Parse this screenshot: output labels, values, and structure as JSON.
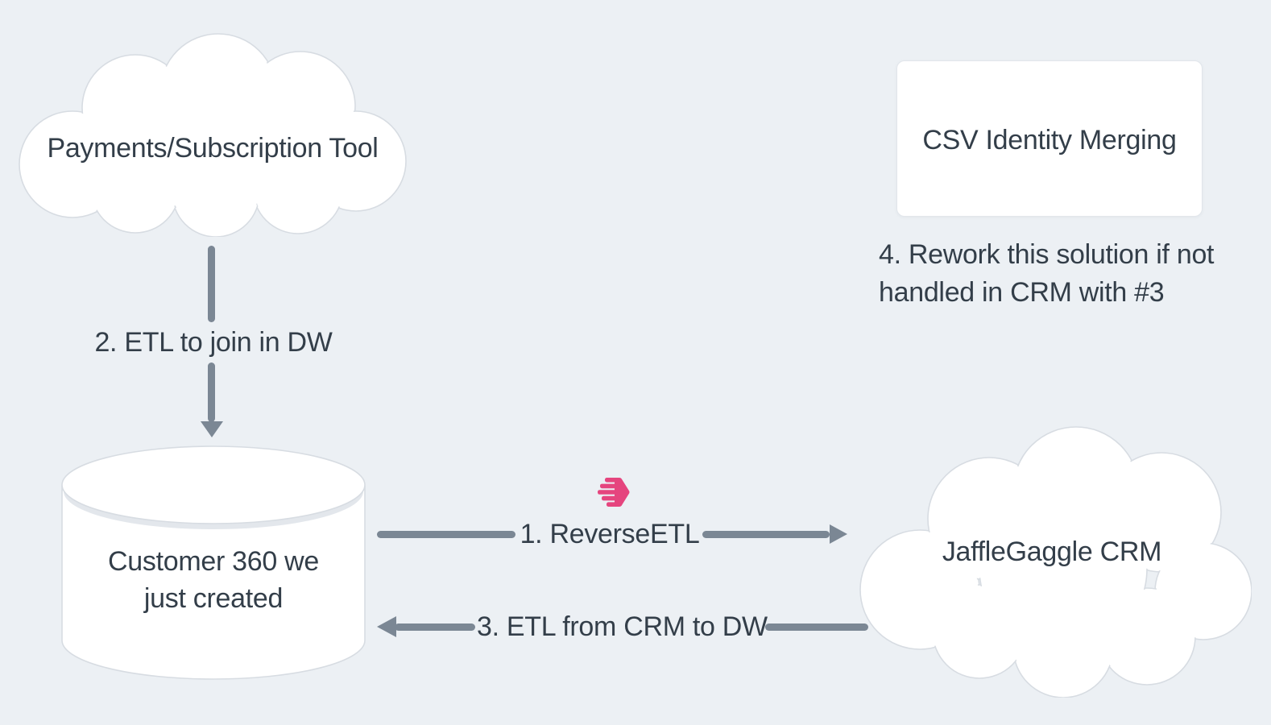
{
  "canvas": {
    "background_color": "#ECF0F4",
    "text_color": "#333E49",
    "arrow_color": "#7B8794",
    "shape_fill": "#FFFFFF",
    "shape_stroke": "#D7DCE2",
    "logo_pink": "#E5457E"
  },
  "nodes": {
    "payments": {
      "label": "Payments/Subscription Tool",
      "shape": "cloud"
    },
    "warehouse": {
      "label": "Customer 360 we just created",
      "shape": "cylinder"
    },
    "crm": {
      "label": "JaffleGaggle CRM",
      "shape": "cloud"
    },
    "csv": {
      "label": "CSV Identity Merging",
      "shape": "rectangle"
    }
  },
  "edges": {
    "etl_to_dw": {
      "label": "2. ETL to join in DW",
      "direction": "down",
      "from": "payments",
      "to": "warehouse"
    },
    "reverse_etl": {
      "label": "1. ReverseETL",
      "direction": "right",
      "from": "warehouse",
      "to": "crm",
      "icon": "census-logo"
    },
    "etl_from_crm": {
      "label": "3. ETL from CRM to DW",
      "direction": "left",
      "from": "crm",
      "to": "warehouse"
    }
  },
  "note": {
    "text": "4. Rework this solution if not handled in CRM with #3"
  }
}
